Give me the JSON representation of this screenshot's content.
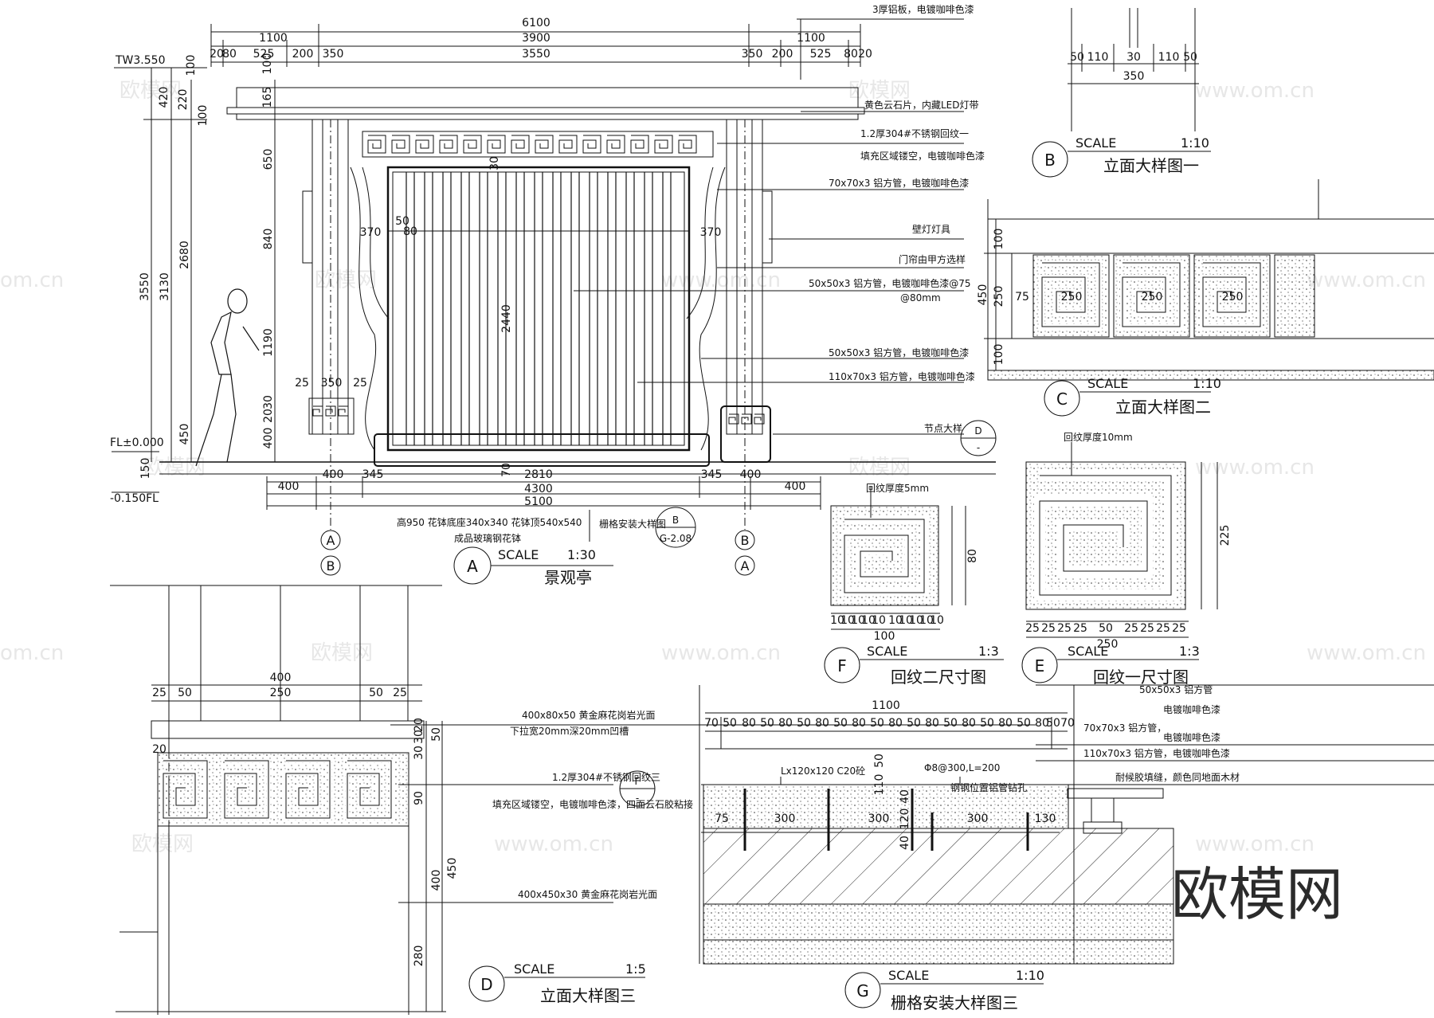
{
  "watermark": {
    "site": "www.om.cn",
    "site_cut": "om.cn",
    "brand": "欧模网"
  },
  "view_a": {
    "letter": "A",
    "scale_word": "SCALE",
    "scale": "1:30",
    "title": "景观亭",
    "dims_top": [
      "6100",
      "1100",
      "3900",
      "1100",
      "20",
      "80",
      "525",
      "200",
      "350",
      "3550",
      "350",
      "200",
      "525",
      "80",
      "20"
    ],
    "dims_bottom": [
      "400",
      "400",
      "345",
      "2810",
      "345",
      "400",
      "400",
      "4300",
      "5100",
      "70"
    ],
    "dims_left": [
      "100",
      "420",
      "220",
      "165",
      "100",
      "100",
      "3550",
      "3130",
      "2680",
      "650",
      "840",
      "1190",
      "450",
      "400",
      "20",
      "30",
      "150"
    ],
    "dims_inner": [
      "370",
      "370",
      "2440",
      "25",
      "350",
      "25",
      "50",
      "80",
      "30"
    ],
    "levels": [
      "TW3.550",
      "FL±0.000",
      "-0.150FL"
    ],
    "axes": [
      "A",
      "B",
      "B",
      "A"
    ],
    "notes": [
      "3厚铝板，电镀咖啡色漆",
      "黄色云石片，内藏LED灯带",
      "1.2厚304#不锈钢回纹一",
      "填充区域镂空，电镀咖啡色漆",
      "70x70x3  铝方管，电镀咖啡色漆",
      "壁灯灯具",
      "门帘由甲方选样",
      "50x50x3  铝方管，电镀咖啡色漆@75",
      "@80mm",
      "50x50x3  铝方管，电镀咖啡色漆",
      "110x70x3  铝方管，电镀咖啡色漆",
      "节点大样"
    ],
    "ref_d": {
      "top": "D",
      "bottom": "-"
    },
    "ref_b": {
      "label": "栅格安装大样图",
      "top": "B",
      "bottom": "G-2.08"
    },
    "pot_notes": [
      "高950  花钵底座340x340  花钵顶540x540",
      "成品玻璃钢花钵"
    ]
  },
  "view_b": {
    "letter": "B",
    "scale_word": "SCALE",
    "scale": "1:10",
    "title": "立面大样图一",
    "dims": [
      "50",
      "110",
      "30",
      "110",
      "50",
      "350"
    ]
  },
  "view_c": {
    "letter": "C",
    "scale_word": "SCALE",
    "scale": "1:10",
    "title": "立面大样图二",
    "dims": [
      "100",
      "250",
      "100",
      "450",
      "75",
      "250",
      "250",
      "250"
    ]
  },
  "view_f": {
    "letter": "F",
    "scale_word": "SCALE",
    "scale": "1:3",
    "title": "回纹二尺寸图",
    "note": "回纹厚度5mm",
    "dims": [
      "10",
      "10",
      "10",
      "10",
      "10",
      "10",
      "10",
      "10",
      "10",
      "10",
      "100",
      "80"
    ]
  },
  "view_e": {
    "letter": "E",
    "scale_word": "SCALE",
    "scale": "1:3",
    "title": "回纹一尺寸图",
    "note": "回纹厚度10mm",
    "dims": [
      "25",
      "25",
      "25",
      "25",
      "50",
      "25",
      "25",
      "25",
      "25",
      "250",
      "225"
    ]
  },
  "view_d": {
    "letter": "D",
    "scale_word": "SCALE",
    "scale": "1:5",
    "title": "立面大样图三",
    "dims": [
      "400",
      "25",
      "50",
      "250",
      "50",
      "25",
      "20",
      "30",
      "20",
      "30",
      "50",
      "90",
      "450",
      "400",
      "280"
    ],
    "notes": [
      "400x80x50  黄金麻花岗岩光面",
      "下拉宽20mm深20mm凹槽",
      "1.2厚304#不锈钢回纹三",
      "填充区域镂空，电镀咖啡色漆，四面云石胶粘接",
      "400x450x30  黄金麻花岗岩光面"
    ],
    "ref_f": {
      "top": "F",
      "bottom": "-"
    }
  },
  "view_g": {
    "letter": "G",
    "scale_word": "SCALE",
    "scale": "1:10",
    "title": "栅格安装大样图三",
    "dims": [
      "1100",
      "70",
      "50",
      "80",
      "50",
      "80",
      "50",
      "80",
      "50",
      "80",
      "50",
      "80",
      "50",
      "80",
      "50",
      "80",
      "50",
      "80",
      "50",
      "80",
      "50",
      "70",
      "50",
      "110",
      "40",
      "120",
      "40",
      "75",
      "300",
      "300",
      "300",
      "130"
    ],
    "notes": [
      "50x50x3  铝方管",
      "电镀咖啡色漆",
      "70x70x3  铝方管，",
      "电镀咖啡色漆",
      "110x70x3  铝方管，电镀咖啡色漆",
      "耐候胶填缝，颜色同地面木材",
      "Lx120x120  C20砼",
      "Φ8@300,L=200",
      "钢钢位置铝管钻孔"
    ]
  }
}
